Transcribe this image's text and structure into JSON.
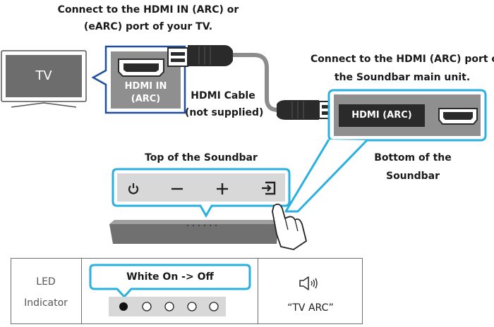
{
  "hdmi_instruction_tv": [
    "Connect to the HDMI IN (ARC) or",
    "(eARC) port of your TV."
  ],
  "hdmi_instruction_soundbar": [
    "Connect to the HDMI (ARC) port of",
    "the Soundbar main unit."
  ],
  "tv_label": "TV",
  "tv_port_label": [
    "HDMI IN",
    "(ARC)"
  ],
  "cable_label": [
    "HDMI Cable",
    "(not supplied)"
  ],
  "soundbar_port_label": "HDMI (ARC)",
  "top_soundbar_label": "Top of the Soundbar",
  "bottom_soundbar_label": [
    "Bottom of the",
    "Soundbar"
  ],
  "buttons": {
    "power": "power-icon",
    "volume_down": "minus-icon",
    "volume_up": "plus-icon",
    "source": "source-icon"
  },
  "table": {
    "row_header": [
      "LED",
      "Indicator"
    ],
    "led_status": "White On -> Off",
    "led_dots": [
      true,
      false,
      false,
      false,
      false
    ],
    "speaker_icon": "speaker-icon",
    "mode_label": "“TV ARC”"
  },
  "colors": {
    "accent": "#2ab0e0",
    "tv_callout": "#1f4ea0",
    "port_dark": "#2a2a2a",
    "panel_gray": "#d8d8d8"
  }
}
